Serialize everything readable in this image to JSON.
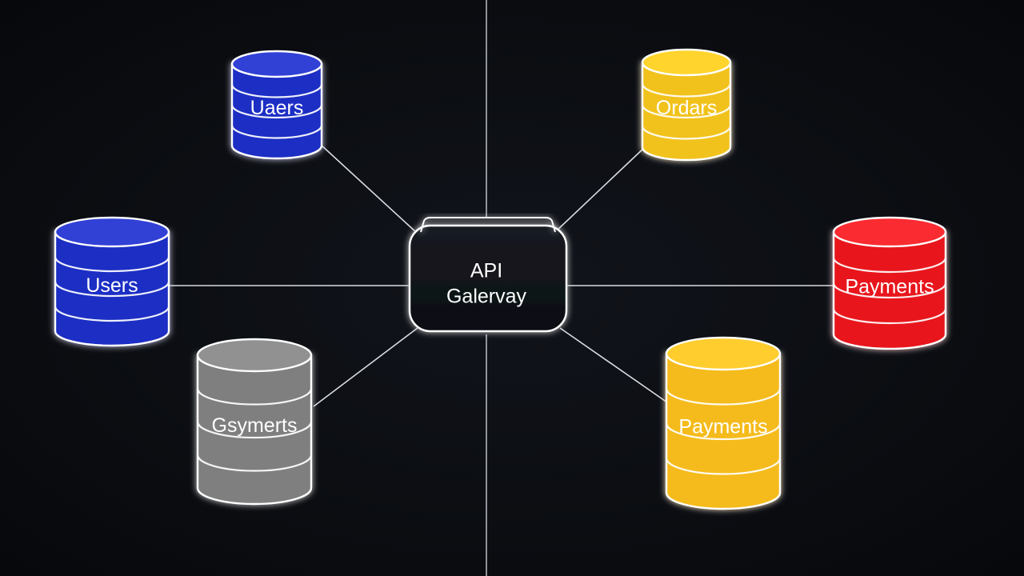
{
  "gateway": {
    "line1": "API",
    "line2": "Galervay"
  },
  "databases": [
    {
      "label": "Uaers",
      "color": "#1f2fc4"
    },
    {
      "label": "Users",
      "color": "#1f2fc4"
    },
    {
      "label": "Gsymerts",
      "color": "#7f7f7f"
    },
    {
      "label": "Ordars",
      "color": "#f2c21a"
    },
    {
      "label": "Payments",
      "color": "#e8191f"
    },
    {
      "label": "Payments",
      "color": "#f5bb1c"
    }
  ],
  "colors": {
    "background": "#0b0d12",
    "line": "#d8dbe2",
    "outline": "#ffffff"
  }
}
